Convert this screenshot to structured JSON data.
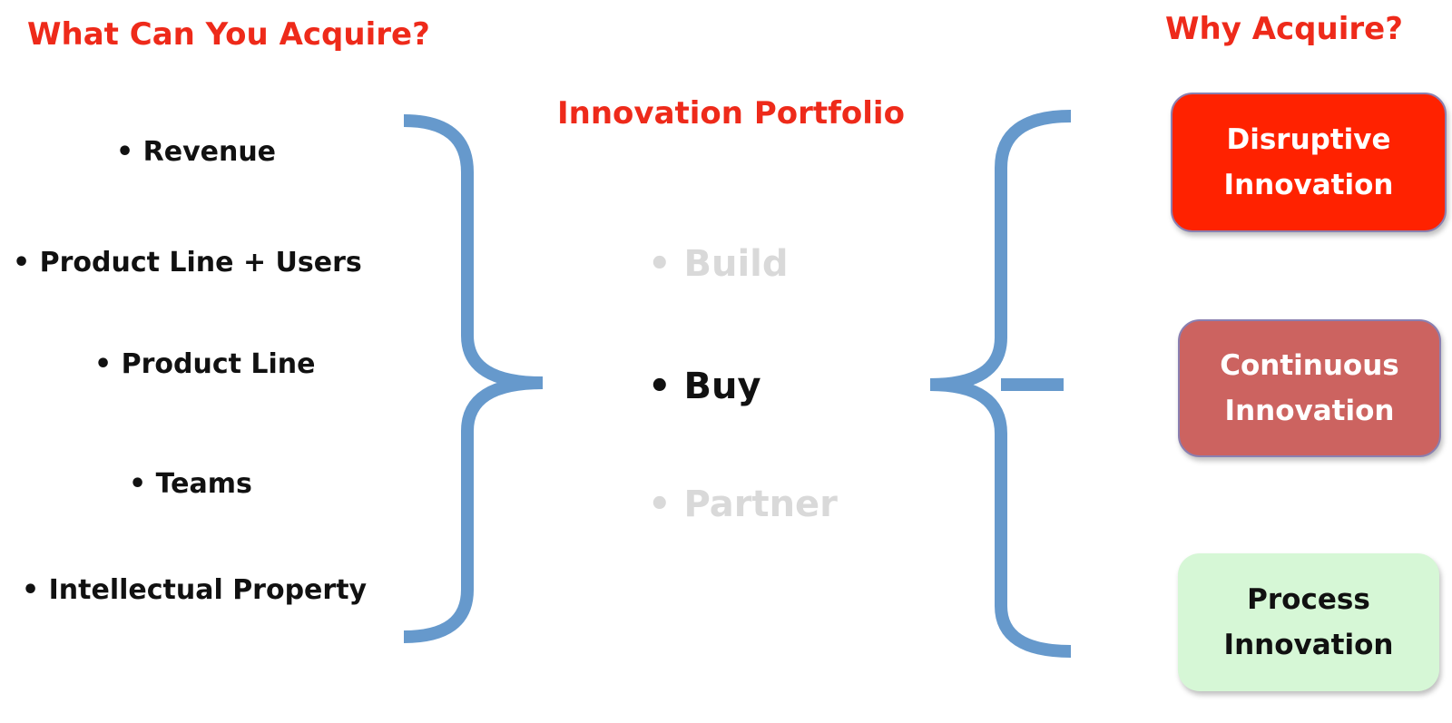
{
  "left": {
    "heading": "What Can You Acquire?",
    "items": [
      "• Revenue",
      "• Product Line + Users",
      "• Product Line",
      "• Teams",
      "• Intellectual Property"
    ]
  },
  "center": {
    "heading": "Innovation Portfolio",
    "options": [
      "• Build",
      "• Buy",
      "• Partner"
    ]
  },
  "right": {
    "heading": "Why Acquire?",
    "boxes": [
      {
        "line1": "Disruptive",
        "line2": "Innovation",
        "color": "#ff2200"
      },
      {
        "line1": "Continuous",
        "line2": "Innovation",
        "color": "#cc6360"
      },
      {
        "line1": "Process",
        "line2": "Innovation",
        "color": "#d6f7d6"
      }
    ]
  },
  "colors": {
    "brace": "#6699cc",
    "heading": "#ee2a1a"
  }
}
